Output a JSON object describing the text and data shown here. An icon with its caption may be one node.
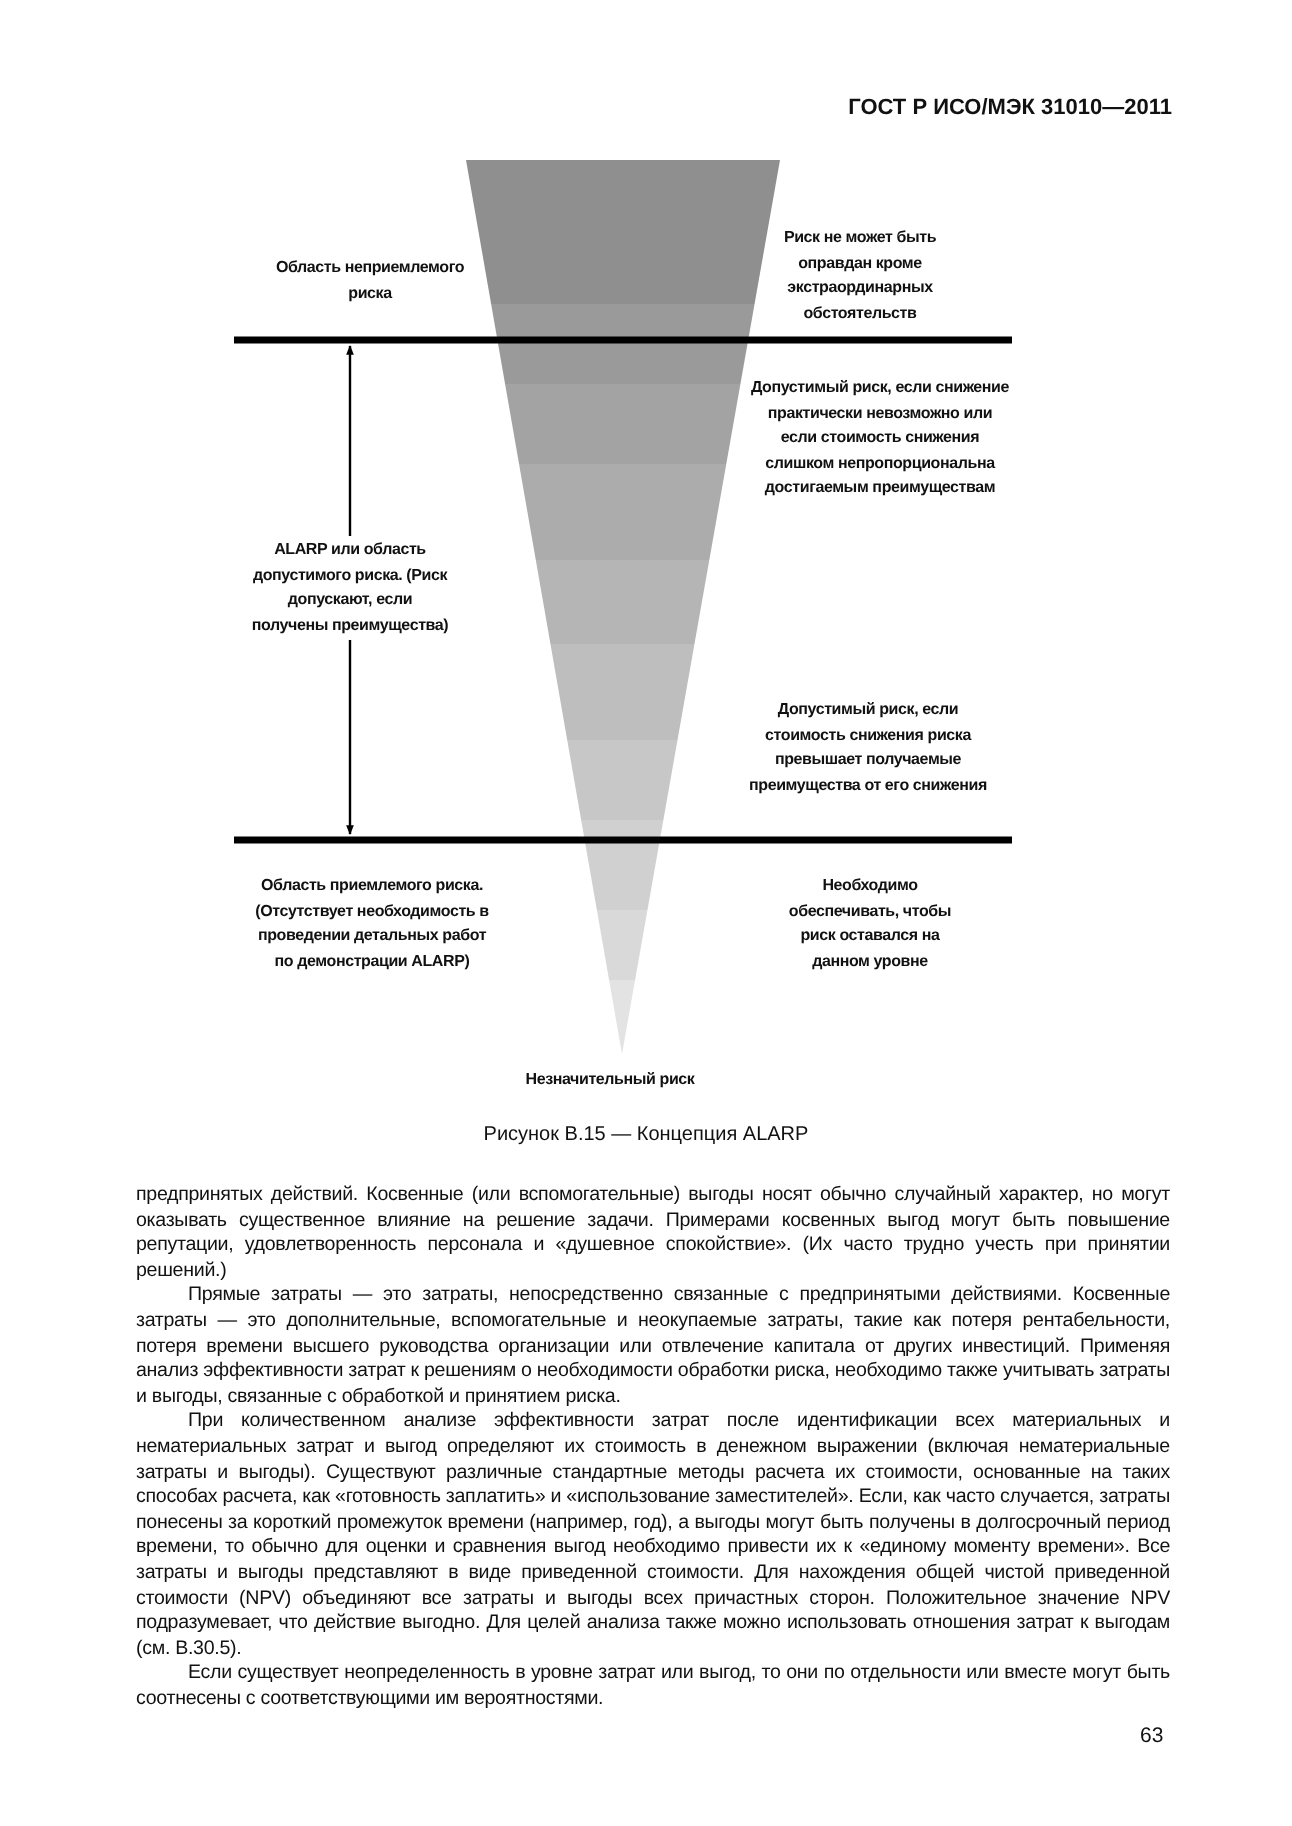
{
  "diagram": {
    "caption": "Рисунок В.15 — Концепция ALARP",
    "labels": [
      "ГОСТ Р ИСО/МЭК 31010—2011",
      "Область неприемлемого риска",
      "Риск не может быть оправдан кроме экстраординарных обстоятельств",
      "Допустимый риск, если снижение практически невозможно или если стоимость снижения слишком непропорциональна достигаемым преимуществам",
      "ALARP или область допустимого риска. (Риск допускают, если получены преимущества)",
      "Допустимый риск, если стоимость снижения риска превышает получаемые преимущества от его снижения",
      "Область приемлемого риска. (Отсутствует необходимость в проведении детальных работ по демонстрации ALARP)",
      "Необходимо обеспечивать, чтобы риск оставался на данном уровне",
      "Незначительный риск",
      "предпринятых действий. Косвенные (или вспомогательные) выгоды носят обычно случайный характер, но могут оказывать существенное влияние на решение задачи. Примерами косвенных выгод могут быть повышение репутации, удовлетворенность персонала и «душевное спокойствие». (Их часто трудно учесть при принятии решений.)",
      "Прямые затраты — это затраты, непосредственно связанные с предпринятыми действиями. Косвенные затраты — это дополнительные, вспомогательные и неокупаемые затраты, такие как потеря рентабельности, потеря времени высшего руководства организации или отвлечение капитала от других инвестиций. Применяя анализ эффективности затрат к решениям о необходимости обработки риска, необходимо также учитывать затраты и выгоды, связанные с обработкой и принятием риска.",
      "При количественном анализе эффективности затрат после идентификации всех материальных и нематериальных затрат и выгод определяют их стоимость в денежном выражении (включая нематериальные затраты и выгоды). Существуют различные стандартные методы расчета их стоимости, основанные на таких способах расчета, как «готовность заплатить» и «использование заместителей». Если, как часто случается, затраты понесены за короткий промежуток времени (например, год), а выгоды могут быть получены в долгосрочный период времени, то обычно для оценки и сравнения выгод необходимо привести их к «единому моменту времени». Все затраты и выгоды представляют в виде приведенной стоимости. Для нахождения общей чистой приведенной стоимости (NPV) объединяют все затраты и выгоды всех причастных сторон. Положительное значение NPV подразумевает, что действие выгодно. Для целей анализа также можно использовать отношения затрат к выгодам (см. В.30.5).",
      "Если существует неопределенность в уровне затрат или выгод, то они по отдельности или вместе могут быть соотнесены с соответствующими им вероятностями.",
      "63"
    ]
  }
}
